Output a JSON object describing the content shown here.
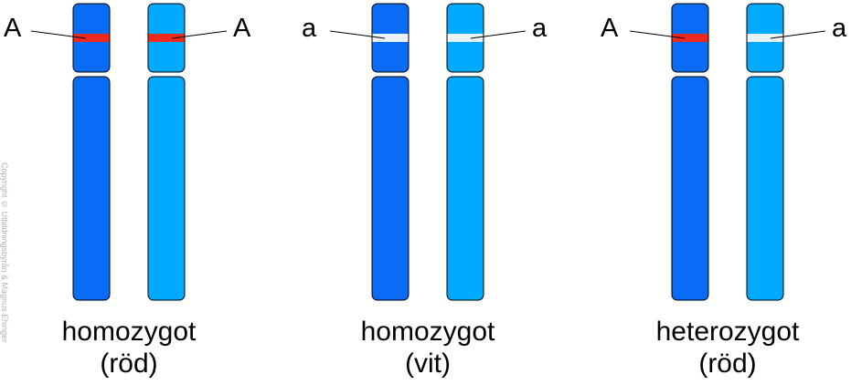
{
  "colors": {
    "chromosome_dark": "#0a6cf5",
    "chromosome_light": "#00aaff",
    "allele_dominant": "#ee2b1e",
    "allele_recessive": "#e8f2f8",
    "outline": "#000000"
  },
  "copyright": "Copyright © Utbildningsbyrån & Magnus Ehinger",
  "pairs": [
    {
      "caption_line1": "homozygot",
      "caption_line2": "(röd)",
      "left_allele": "A",
      "right_allele": "A",
      "left_allele_type": "dominant",
      "right_allele_type": "dominant"
    },
    {
      "caption_line1": "homozygot",
      "caption_line2": "(vit)",
      "left_allele": "a",
      "right_allele": "a",
      "left_allele_type": "recessive",
      "right_allele_type": "recessive"
    },
    {
      "caption_line1": "heterozygot",
      "caption_line2": "(röd)",
      "left_allele": "A",
      "right_allele": "a",
      "left_allele_type": "dominant",
      "right_allele_type": "recessive"
    }
  ]
}
